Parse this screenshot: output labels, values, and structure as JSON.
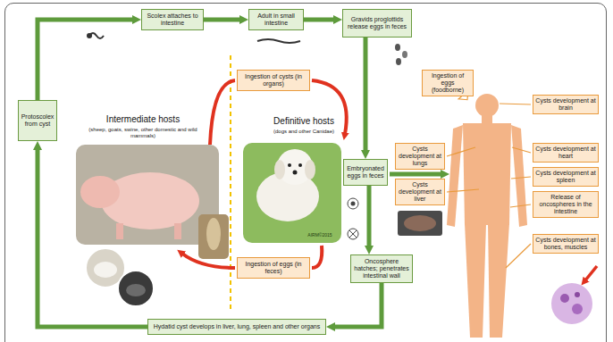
{
  "diagram": {
    "nodes": [
      {
        "text": [
          "Scolex attaches to intestine"
        ]
      },
      {
        "text": [
          "Adult in small intestine"
        ]
      },
      {
        "text": [
          "Gravids proglottids release eggs in feces"
        ]
      },
      {
        "text": [
          "Ingestion of cysts (in organs)"
        ]
      },
      {
        "text": [
          "Ingestion of eggs (foodborne)"
        ]
      },
      {
        "text": [
          "Protoscolex from cyst"
        ]
      },
      {
        "text": [
          "Cysts development at brain"
        ]
      },
      {
        "text": [
          "Cysts development at lungs"
        ]
      },
      {
        "text": [
          "Cysts development at heart"
        ]
      },
      {
        "text": [
          "Embryonated eggs in feces"
        ]
      },
      {
        "text": [
          "Cysts development at spleen"
        ]
      },
      {
        "text": [
          "Cysts development at liver"
        ]
      },
      {
        "text": [
          "Release of oncospheres in the intestine"
        ]
      },
      {
        "text": [
          "Cysts development at bones, muscles"
        ]
      },
      {
        "text": [
          "Ingestion of eggs (in feces)"
        ]
      },
      {
        "text": [
          "Oncosphere hatches; penetrates intestinal wall"
        ]
      },
      {
        "text": [
          "Hydatid cyst develops in liver, lung, spleen and other organs"
        ]
      }
    ],
    "edges": [
      {
        "from": 0,
        "to": 1,
        "arrow": "to"
      },
      {
        "from": 1,
        "to": 2,
        "arrow": "to"
      },
      {
        "from": 2,
        "to": 9,
        "arrow": "to"
      },
      {
        "from": 9,
        "to": 15,
        "arrow": "to"
      },
      {
        "from": 15,
        "to": 16,
        "arrow": "to"
      },
      {
        "from": 16,
        "to": 5,
        "arrow": "to"
      },
      {
        "from": 5,
        "to": 0,
        "arrow": "to"
      }
    ],
    "labels": [
      "Intermediate hosts",
      "(sheep, goats, swine, other domestic and wild mammals)",
      "Definitive hosts",
      "(dogs and other Canidae)",
      "AIRM©2015"
    ]
  }
}
